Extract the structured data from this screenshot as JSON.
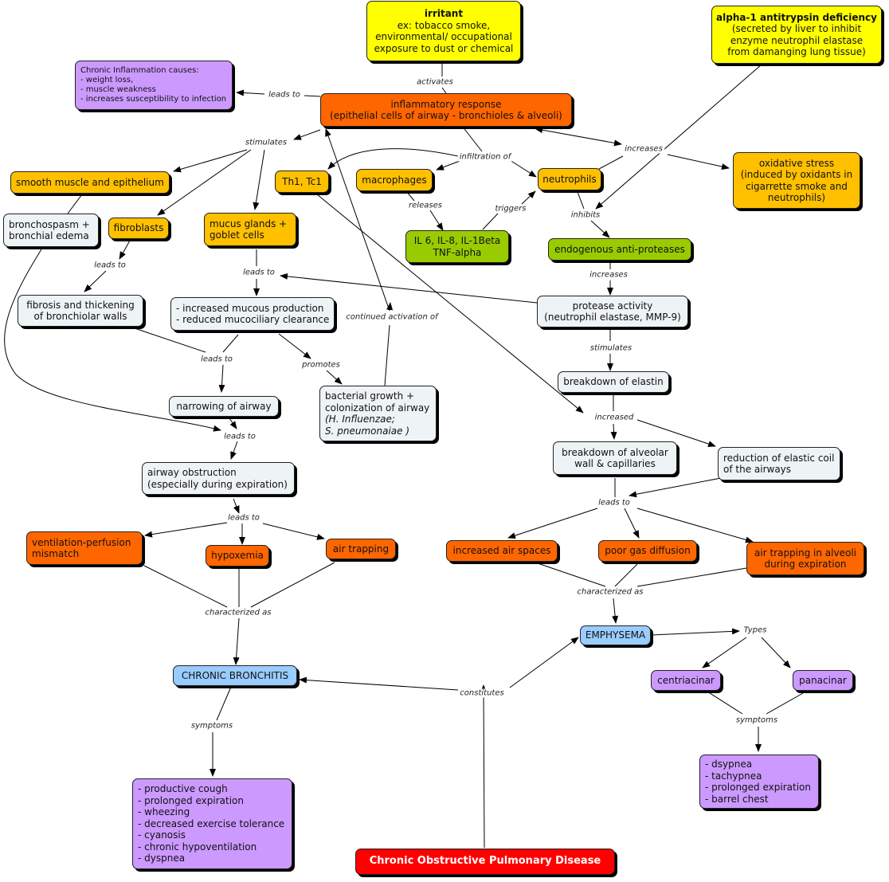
{
  "nodes": {
    "irritant": {
      "title": "irritant",
      "lines": [
        "ex: tobacco smoke,",
        "environmental/ occupational",
        "exposure to dust or chemical"
      ]
    },
    "a1at": {
      "title": "alpha-1 antitrypsin deficiency",
      "lines": [
        "(secreted by liver to inhibit",
        "enzyme neutrophil elastase",
        "from damanging lung tissue)"
      ]
    },
    "chronic_inflammation": {
      "lines": [
        "Chronic Inflammation causes:",
        "- weight loss,",
        "- muscle weakness",
        "- increases susceptibility to infection"
      ]
    },
    "inflammatory_response": {
      "lines": [
        "inflammatory response",
        "(epithelial cells of airway - bronchioles & alveoli)"
      ]
    },
    "smooth_muscle": {
      "lines": [
        "smooth muscle and epithelium"
      ]
    },
    "th1": {
      "lines": [
        "Th1, Tc1"
      ]
    },
    "macrophages": {
      "lines": [
        "macrophages"
      ]
    },
    "neutrophils": {
      "lines": [
        "neutrophils"
      ]
    },
    "oxidative_stress": {
      "lines": [
        "oxidative stress",
        "(induced by oxidants in",
        "cigarrette smoke and",
        "neutrophils)"
      ]
    },
    "bronchospasm": {
      "lines": [
        "bronchospasm +",
        "bronchial edema"
      ]
    },
    "fibroblasts": {
      "lines": [
        "fibroblasts"
      ]
    },
    "mucus_glands": {
      "lines": [
        "mucus glands +",
        "goblet cells"
      ]
    },
    "il6": {
      "lines": [
        "IL 6, IL-8, IL-1Beta",
        "TNF-alpha"
      ]
    },
    "anti_proteases": {
      "lines": [
        "endogenous anti-proteases"
      ]
    },
    "fibrosis": {
      "lines": [
        "fibrosis and thickening",
        "of bronchiolar walls"
      ]
    },
    "mucous_production": {
      "lines": [
        "- increased mucous production",
        "- reduced mucociliary clearance"
      ]
    },
    "protease_activity": {
      "lines": [
        "protease activity",
        "(neutrophil elastase, MMP-9)"
      ]
    },
    "breakdown_elastin": {
      "lines": [
        "breakdown of elastin"
      ]
    },
    "narrowing": {
      "lines": [
        "narrowing of airway"
      ]
    },
    "bacterial": {
      "lines": [
        "bacterial growth +",
        "colonization of airway"
      ],
      "italic_lines": [
        "(H. Influenzae;",
        "S. pneumonaiae )"
      ]
    },
    "airway_obstruction": {
      "lines": [
        "airway obstruction",
        "(especially during expiration)"
      ]
    },
    "alveolar_wall": {
      "lines": [
        "breakdown of alveolar",
        "wall & capillaries"
      ]
    },
    "elastic_coil": {
      "lines": [
        "reduction of elastic coil",
        "of the airways"
      ]
    },
    "vq_mismatch": {
      "lines": [
        "ventilation-perfusion",
        "mismatch"
      ]
    },
    "hypoxemia": {
      "lines": [
        "hypoxemia"
      ]
    },
    "air_trapping": {
      "lines": [
        "air trapping"
      ]
    },
    "increased_air": {
      "lines": [
        "increased air spaces"
      ]
    },
    "poor_gas": {
      "lines": [
        "poor gas diffusion"
      ]
    },
    "air_trapping_alveoli": {
      "lines": [
        "air trapping in alveoli",
        "during expiration"
      ]
    },
    "emphysema": {
      "lines": [
        "EMPHYSEMA"
      ]
    },
    "chronic_bronchitis": {
      "lines": [
        "CHRONIC BRONCHITIS"
      ]
    },
    "centriacinar": {
      "lines": [
        "centriacinar"
      ]
    },
    "panacinar": {
      "lines": [
        "panacinar"
      ]
    },
    "cb_symptoms": {
      "lines": [
        "- productive cough",
        "- prolonged expiration",
        "- wheezing",
        "- decreased exercise tolerance",
        "- cyanosis",
        "- chronic hypoventilation",
        "- dyspnea"
      ]
    },
    "emph_symptoms": {
      "lines": [
        "- dsypnea",
        "- tachypnea",
        "- prolonged expiration",
        "- barrel chest"
      ]
    },
    "copd": {
      "lines": [
        "Chronic Obstructive Pulmonary Disease"
      ]
    }
  },
  "labels": {
    "activates": "activates",
    "leads_to_ci": "leads to",
    "stimulates_1": "stimulates",
    "infiltration_of": "infiltration of",
    "increases_1": "increases",
    "releases": "releases",
    "triggers": "triggers",
    "inhibits": "inhibits",
    "leads_to_fib": "leads to",
    "leads_to_mucus": "leads to",
    "increases_2": "increases",
    "continued_activation": "continued activation of",
    "leads_to_narrow": "leads to",
    "promotes": "promotes",
    "stimulates_2": "stimulates",
    "leads_to_obst": "leads to",
    "increased": "increased",
    "leads_to_cb": "leads to",
    "leads_to_emph": "leads to",
    "characterized_cb": "characterized as",
    "characterized_emph": "characterized as",
    "types": "Types",
    "constitutes": "constitutes",
    "symptoms_cb": "symptoms",
    "symptoms_emph": "symptoms"
  }
}
